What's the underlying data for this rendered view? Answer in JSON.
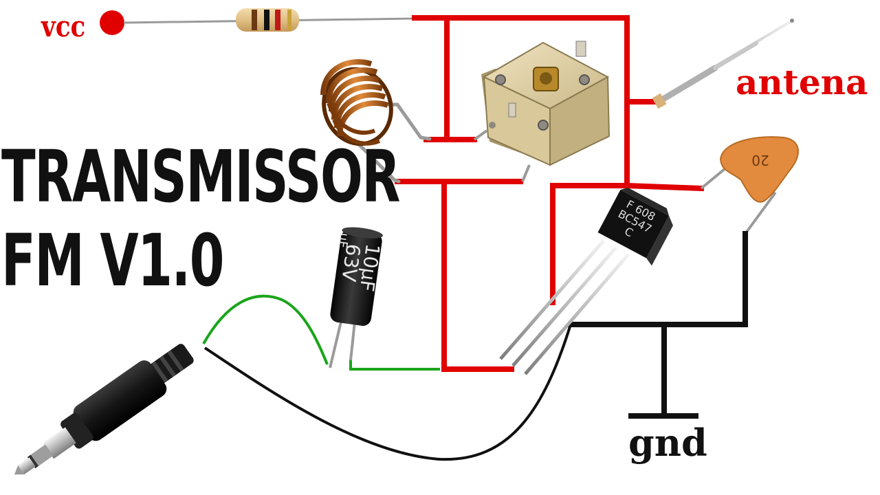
{
  "title": {
    "line1": "TRANSMISSOR",
    "line2": "FM V1.0"
  },
  "labels": {
    "vcc": "vcc",
    "antenna": "antena",
    "ground": "gnd"
  },
  "components": {
    "capacitor_electrolytic": {
      "line1": "10µF",
      "line2": "63V",
      "line3": "uF"
    },
    "transistor": {
      "line1": "F 608",
      "line2": "BC547",
      "line3": "C"
    },
    "capacitor_ceramic": {
      "value": "20"
    }
  },
  "colors": {
    "wire_power": "#e00000",
    "wire_signal": "#1aa51a",
    "wire_ground": "#111111",
    "label_red": "#e00000",
    "label_dark": "#111111"
  }
}
